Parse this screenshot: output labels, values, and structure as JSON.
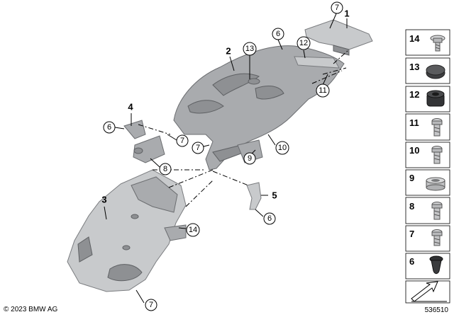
{
  "callouts": {
    "c7_top": "7",
    "c1": "1",
    "c6_top": "6",
    "c12": "12",
    "c13": "13",
    "c2": "2",
    "c11": "11",
    "c4": "4",
    "c6_left": "6",
    "c7_left": "7",
    "c7_mid": "7",
    "c10": "10",
    "c9": "9",
    "c8": "8",
    "c3": "3",
    "c5": "5",
    "c6_right": "6",
    "c14": "14",
    "c7_bottom": "7"
  },
  "legend": [
    {
      "number": "14",
      "icon": "flange-screw-icon"
    },
    {
      "number": "13",
      "icon": "plug-cap-icon"
    },
    {
      "number": "12",
      "icon": "grommet-icon"
    },
    {
      "number": "11",
      "icon": "screw-icon"
    },
    {
      "number": "10",
      "icon": "screw-icon"
    },
    {
      "number": "9",
      "icon": "spacer-ring-icon"
    },
    {
      "number": "8",
      "icon": "screw-icon"
    },
    {
      "number": "7",
      "icon": "screw-icon"
    },
    {
      "number": "6",
      "icon": "expanding-rivet-icon"
    },
    {
      "number": "",
      "icon": "arrow-direction-icon"
    }
  ],
  "footer": {
    "copyright": "© 2023 BMW AG",
    "diagram_id": "536510"
  }
}
